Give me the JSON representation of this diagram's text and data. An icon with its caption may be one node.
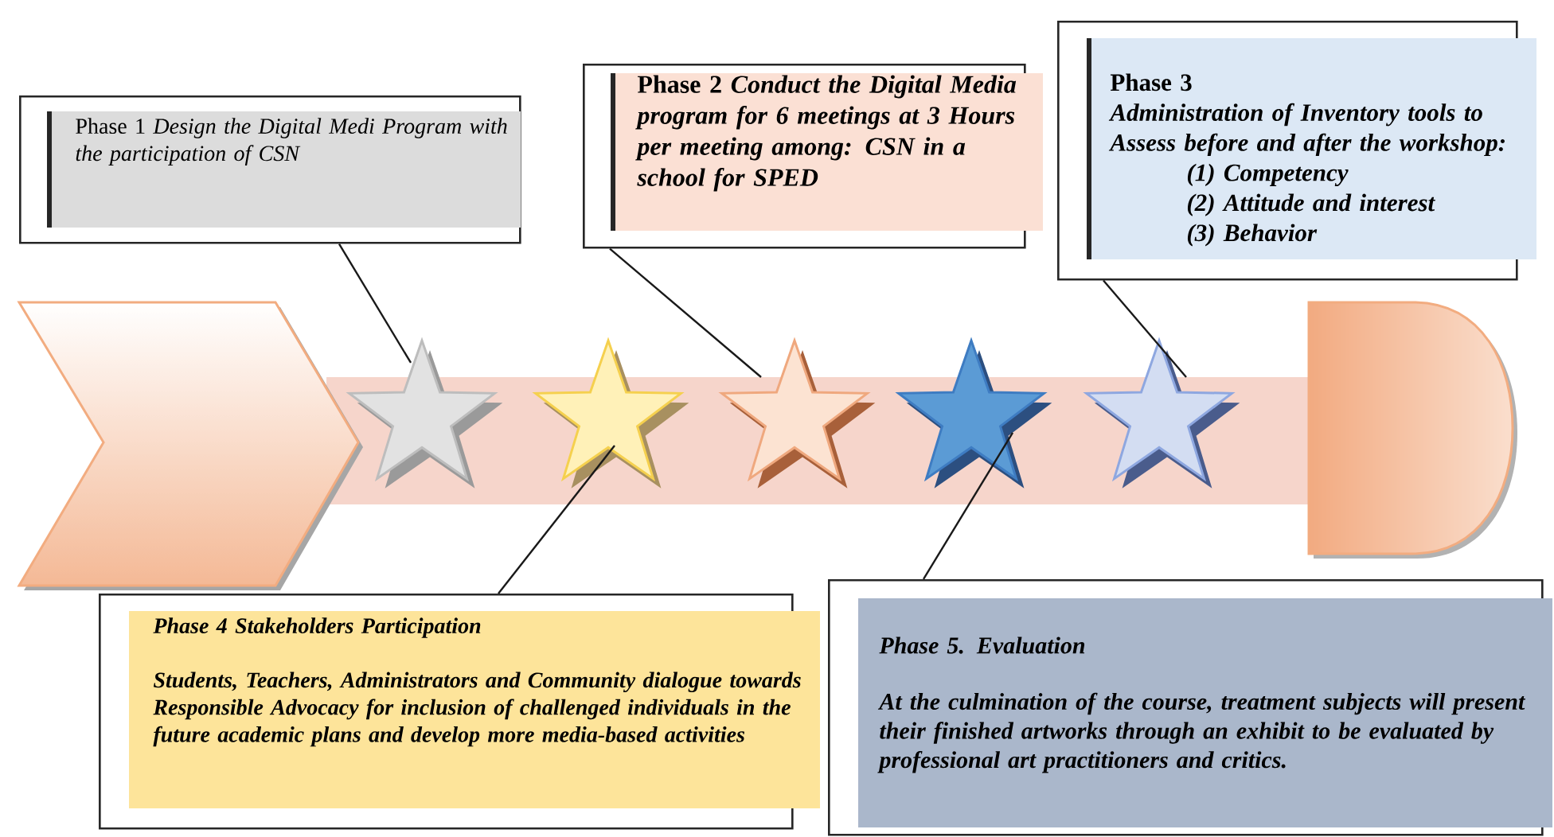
{
  "diagram": {
    "nodes": [
      {
        "text": [
          "Phase 1 *Design the Digital Medi Program with the participation of CSN*"
        ]
      },
      {
        "text": [
          "Phase 2 *Conduct the Digital Media program for 6 meetings at 3 Hours per meeting among: CSN in a school for SPED*"
        ]
      },
      {
        "text": [
          "Phase 3",
          "Administration of Inventory tools to Assess before and after the workshop:",
          "(1) Competency",
          "(2) Attitude and interest",
          "(3) Behavior"
        ]
      },
      {
        "text": [
          "Phase 4 Stakeholders Participation",
          "Students, Teachers, Administrators and Community dialogue towards Responsible Advocacy for inclusion of challenged individuals in the future academic plans and develop more media-based activities"
        ]
      },
      {
        "text": [
          "Phase 5. Evaluation",
          "At the culmination of the course, treatment subjects will present their finished artworks through an exhibit to be evaluated by professional art practitioners and critics."
        ]
      },
      {
        "text": [],
        "shape": "star"
      },
      {
        "text": [],
        "shape": "star"
      },
      {
        "text": [],
        "shape": "star"
      },
      {
        "text": [],
        "shape": "star"
      },
      {
        "text": [],
        "shape": "star"
      }
    ],
    "edges": [
      {
        "from": 0,
        "to": 5,
        "arrow": "none"
      },
      {
        "from": 1,
        "to": 7,
        "arrow": "none"
      },
      {
        "from": 2,
        "to": 9,
        "arrow": "none"
      },
      {
        "from": 3,
        "to": 6,
        "arrow": "none"
      },
      {
        "from": 4,
        "to": 8,
        "arrow": "none"
      }
    ]
  }
}
